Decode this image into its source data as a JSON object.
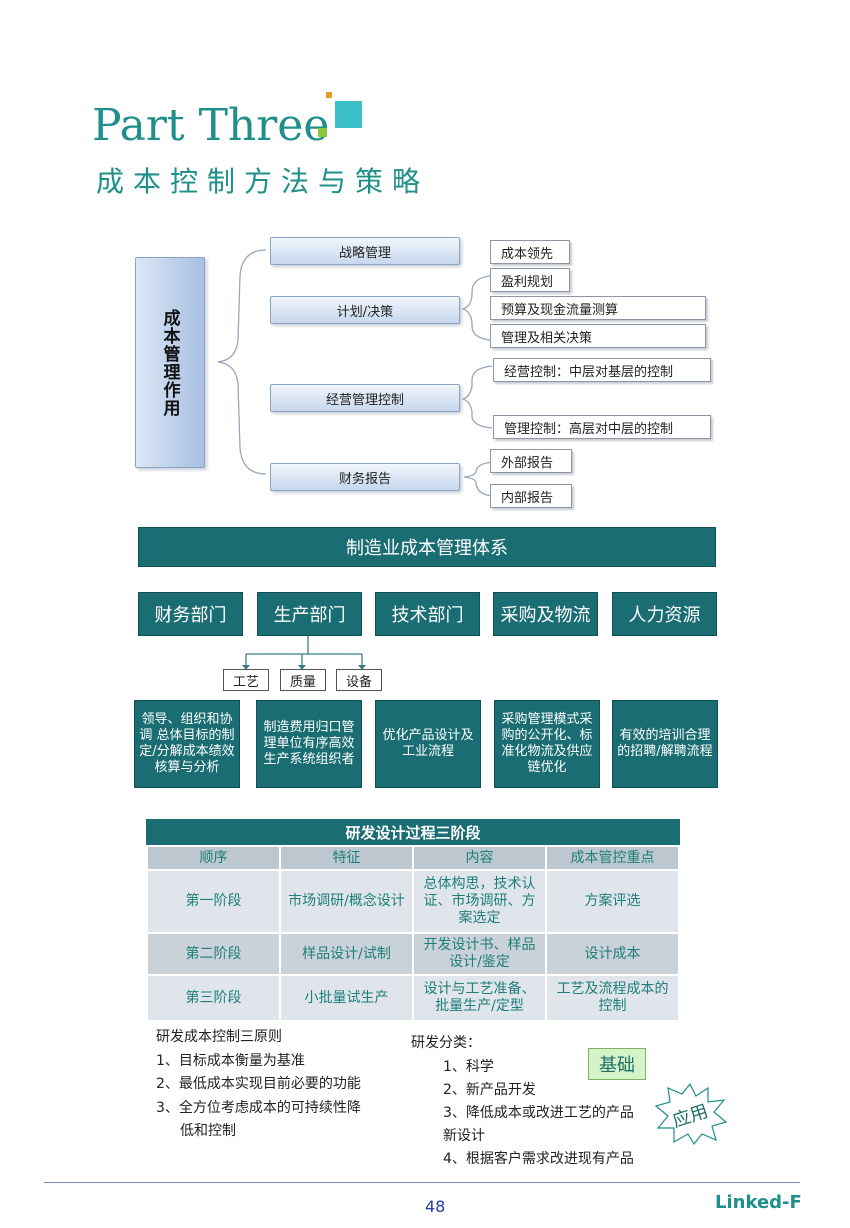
{
  "header": {
    "part_title": "Part Three",
    "subtitle": "成本控制方法与策略"
  },
  "mgmt_diagram": {
    "main_label": "成本管理作用",
    "functions": [
      "战略管理",
      "计划/决策",
      "经营管理控制",
      "财务报告"
    ],
    "details": {
      "strategy": [
        "成本领先"
      ],
      "planning": [
        "盈利规划",
        "预算及现金流量测算",
        "管理及相关决策"
      ],
      "control": [
        "经营控制：中层对基层的控制",
        "管理控制：高层对中层的控制"
      ],
      "reporting": [
        "外部报告",
        "内部报告"
      ]
    }
  },
  "mfg_system": {
    "title": "制造业成本管理体系",
    "departments": [
      "财务部门",
      "生产部门",
      "技术部门",
      "采购及物流",
      "人力资源"
    ],
    "production_sub": [
      "工艺",
      "质量",
      "设备"
    ],
    "descriptions": [
      "领导、组织和协调 总体目标的制定/分解成本绩效核算与分析",
      "制造费用归口管理单位有序高效生产系统组织者",
      "优化产品设计及工业流程",
      "采购管理模式采购的公开化、标准化物流及供应链优化",
      "有效的培训合理的招聘/解聘流程"
    ]
  },
  "rd_table": {
    "title": "研发设计过程三阶段",
    "headers": [
      "顺序",
      "特征",
      "内容",
      "成本管控重点"
    ],
    "rows": [
      [
        "第一阶段",
        "市场调研/概念设计",
        "总体构思，技术认证、市场调研、方案选定",
        "方案评选"
      ],
      [
        "第二阶段",
        "样品设计/试制",
        "开发设计书、样品设计/鉴定",
        "设计成本"
      ],
      [
        "第三阶段",
        "小批量试生产",
        "设计与工艺准备、批量生产/定型",
        "工艺及流程成本的控制"
      ]
    ]
  },
  "principles": {
    "title": "研发成本控制三原则",
    "items": [
      "1、目标成本衡量为基准",
      "2、最低成本实现目前必要的功能",
      "3、全方位考虑成本的可持续性降",
      "低和控制"
    ]
  },
  "rd_categories": {
    "title": "研发分类：",
    "items": [
      "1、科学",
      "2、新产品开发",
      "3、降低成本或改进工艺的产品",
      "新设计",
      "4、根据客户需求改进现有产品"
    ],
    "basic_label": "基础",
    "applied_label": "应用"
  },
  "footer": {
    "page_number": "48",
    "logo": "Linked-F"
  }
}
